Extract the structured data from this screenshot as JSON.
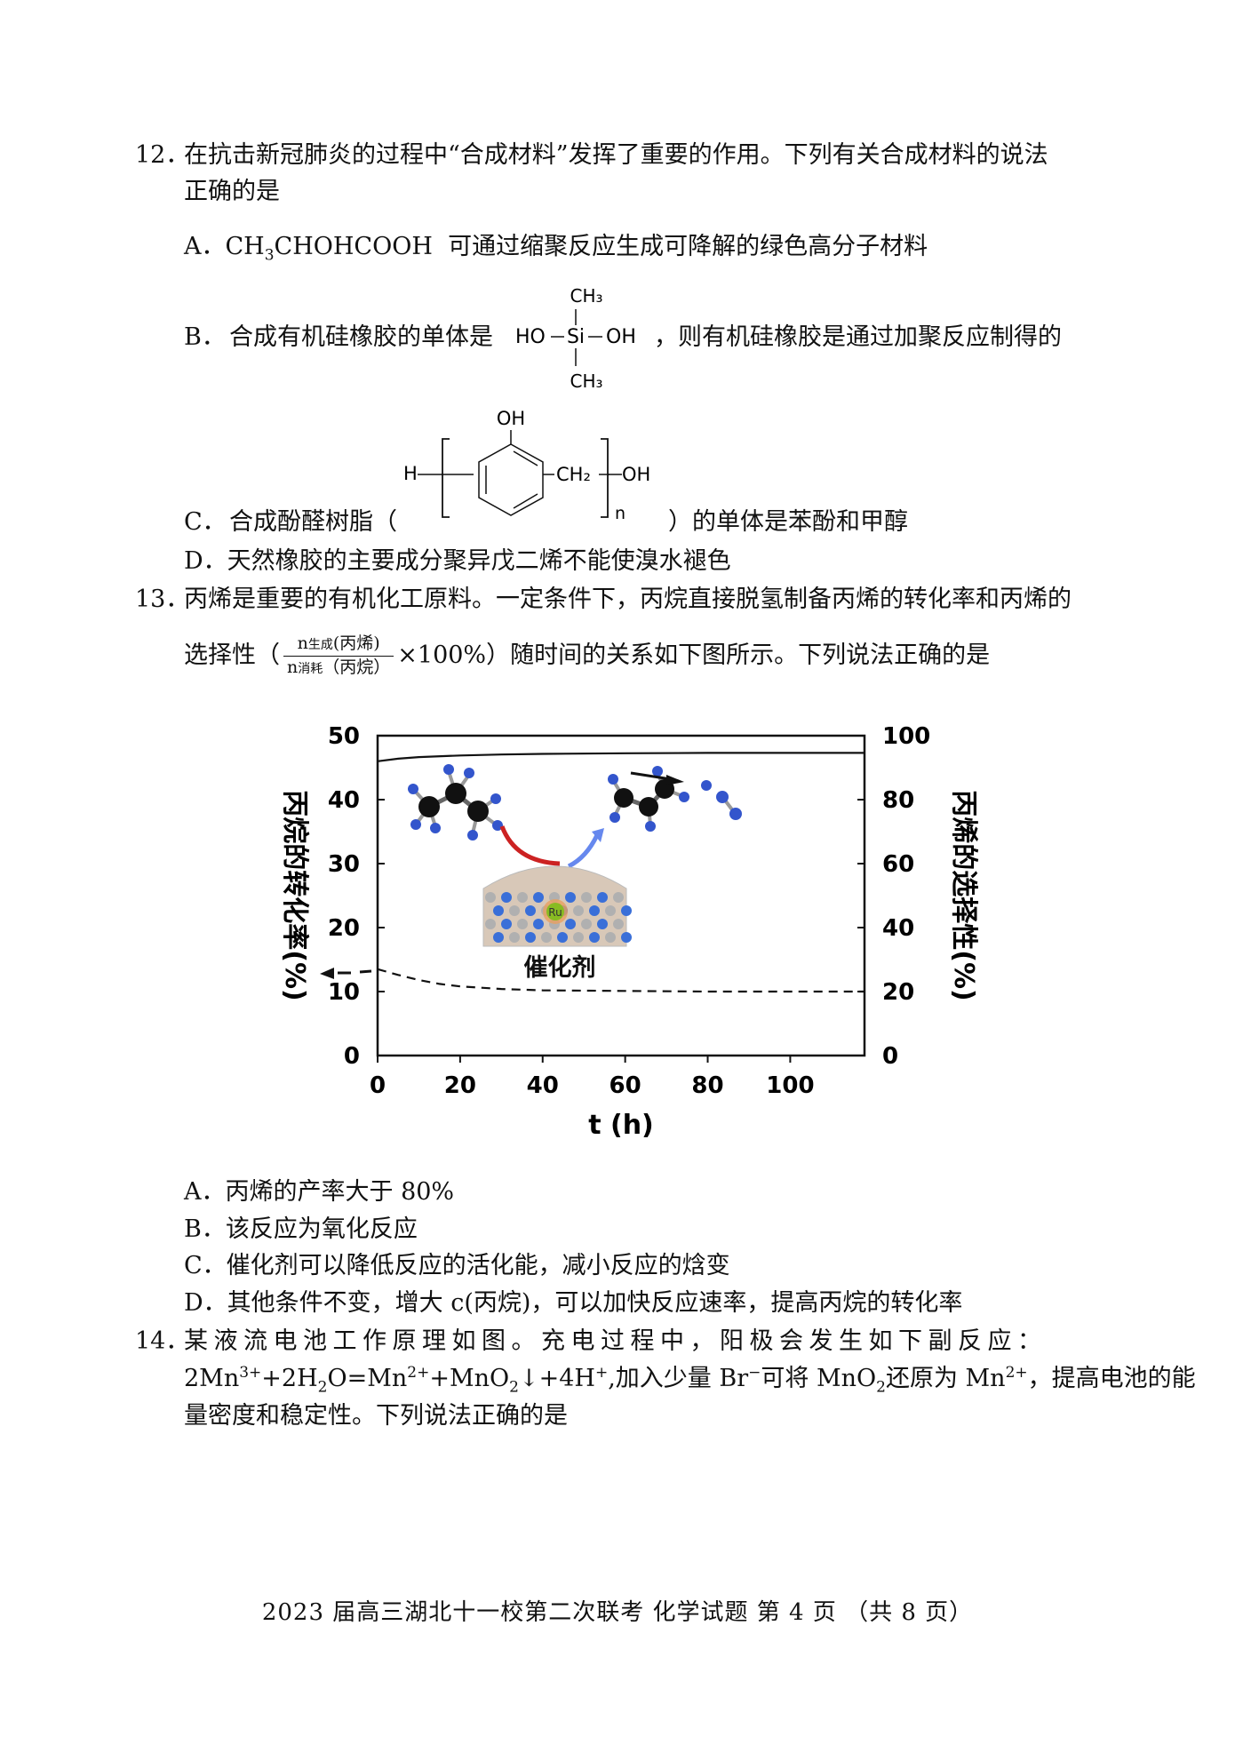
{
  "q12": {
    "num": "12．",
    "stem_l1": "在抗击新冠肺炎的过程中“合成材料”发挥了重要的作用。下列有关合成材料的说法",
    "stem_l2": "正确的是",
    "optA_label": "A．",
    "optA_formula_pre": "CH",
    "optA_formula_sub": "3",
    "optA_formula_post": "CHOHCOOH",
    "optA_text": "可通过缩聚反应生成可降解的绿色高分子材料",
    "optB_label": "B．",
    "optB_text_pre": "合成有机硅橡胶的单体是",
    "optB_text_post": "，则有机硅橡胶是通过加聚反应制得的",
    "optB_struct": {
      "top": "CH₃",
      "left": "HO",
      "center": "Si",
      "right": "OH",
      "bottom": "CH₃"
    },
    "optC_label": "C．",
    "optC_text_pre": "合成酚醛树脂（",
    "optC_text_post": "）的单体是苯酚和甲醇",
    "optC_struct": {
      "oh_top": "OH",
      "h_left": "H",
      "ch2": "CH₂",
      "oh_right": "OH",
      "n": "n"
    },
    "optD_label": "D．",
    "optD_text": "天然橡胶的主要成分聚异戊二烯不能使溴水褪色"
  },
  "q13": {
    "num": "13．",
    "stem_l1": "丙烯是重要的有机化工原料。一定条件下，丙烷直接脱氢制备丙烯的转化率和丙烯的",
    "stem_l2_pre": "选择性（",
    "frac_num_n": "n",
    "frac_num_sub": "生成",
    "frac_num_tail": "(丙烯)",
    "frac_den_n": "n",
    "frac_den_sub": "消耗",
    "frac_den_tail": "（丙烷）",
    "stem_l2_post": "×100%）随时间的关系如下图所示。下列说法正确的是",
    "optA": "A．丙烯的产率大于 80%",
    "optB": "B．该反应为氧化反应",
    "optC": "C．催化剂可以降低反应的活化能，减小反应的焓变",
    "optD": "D．其他条件不变，增大 c(丙烷)，可以加快反应速率，提高丙烷的转化率"
  },
  "chart_data": {
    "type": "line",
    "xlabel": "t (h)",
    "ylabel_left": "丙烷的转化率(%)",
    "ylabel_right": "丙烯的选择性(%)",
    "x_ticks": [
      "0",
      "20",
      "40",
      "60",
      "80",
      "100"
    ],
    "y_left_ticks": [
      "0",
      "10",
      "20",
      "30",
      "40",
      "50"
    ],
    "y_right_ticks": [
      "0",
      "20",
      "40",
      "60",
      "80",
      "100"
    ],
    "xlim": [
      0,
      118
    ],
    "ylim_left": [
      0,
      50
    ],
    "ylim_right": [
      0,
      100
    ],
    "catalyst_label": "催化剂",
    "ru_label": "Ru",
    "series": [
      {
        "axis": "right",
        "style": "solid",
        "x": [
          0,
          5,
          10,
          20,
          30,
          40,
          60,
          80,
          100,
          118
        ],
        "y": [
          92,
          92.8,
          93.3,
          93.8,
          94.1,
          94.3,
          94.5,
          94.6,
          94.6,
          94.6
        ]
      },
      {
        "axis": "left",
        "style": "dashed",
        "x": [
          0,
          5,
          10,
          15,
          20,
          30,
          40,
          60,
          80,
          100,
          118
        ],
        "y": [
          13.5,
          12.6,
          11.8,
          11.2,
          10.8,
          10.4,
          10.2,
          10.1,
          10.0,
          10.0,
          10.0
        ]
      }
    ]
  },
  "q14": {
    "num": "14．",
    "l1": "某液流电池工作原理如图。充电过程中，阳极会发生如下副反应：",
    "l2_a": "2Mn",
    "l2_a_sup": "3+",
    "l2_b": "+2H",
    "l2_b_sub": "2",
    "l2_c": "O=Mn",
    "l2_c_sup": "2+",
    "l2_d": "+MnO",
    "l2_d_sub": "2",
    "l2_e": "↓+4H",
    "l2_e_sup": "+",
    "l2_f": ",加入少量 Br",
    "l2_f_sup": "−",
    "l2_g": "可将 MnO",
    "l2_g_sub": "2",
    "l2_h": "还原为 Mn",
    "l2_h_sup": "2+",
    "l2_i": "，提高电池的能",
    "l3": "量密度和稳定性。下列说法正确的是"
  },
  "footer": "2023 届高三湖北十一校第二次联考 化学试题 第 4 页 （共 8 页）"
}
